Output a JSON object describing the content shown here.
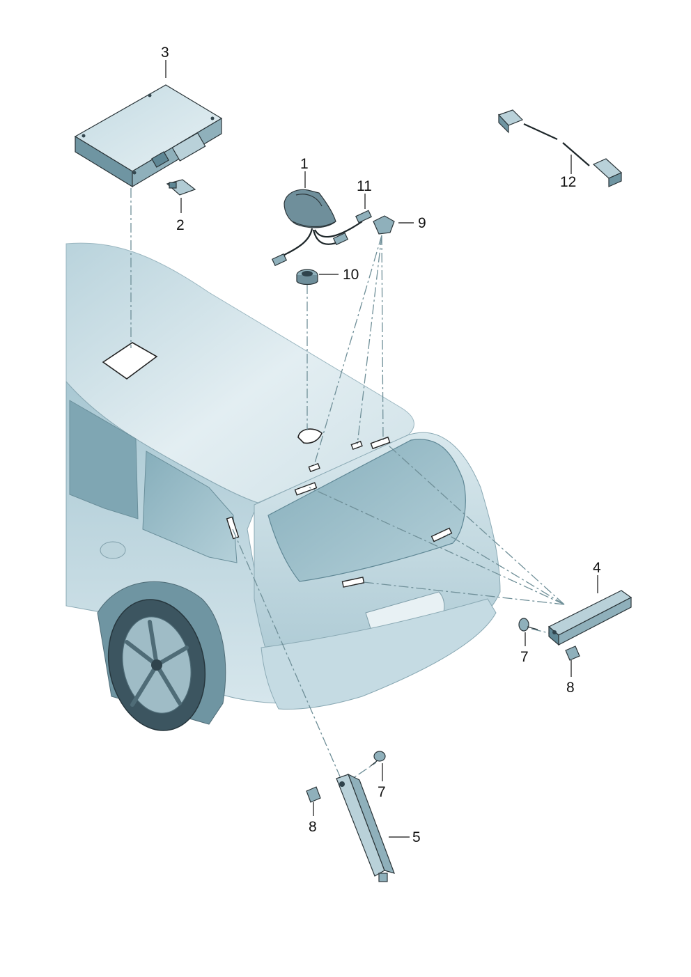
{
  "diagram": {
    "callouts": [
      {
        "id": "c1",
        "label": "1"
      },
      {
        "id": "c2",
        "label": "2"
      },
      {
        "id": "c3",
        "label": "3"
      },
      {
        "id": "c4",
        "label": "4"
      },
      {
        "id": "c5",
        "label": "5"
      },
      {
        "id": "c7a",
        "label": "7"
      },
      {
        "id": "c7b",
        "label": "7"
      },
      {
        "id": "c8a",
        "label": "8"
      },
      {
        "id": "c8b",
        "label": "8"
      },
      {
        "id": "c9",
        "label": "9"
      },
      {
        "id": "c10",
        "label": "10"
      },
      {
        "id": "c11",
        "label": "11"
      },
      {
        "id": "c12",
        "label": "12"
      }
    ],
    "colors": {
      "body": "#9fc3cf",
      "body_light": "#d5e6ec",
      "body_dark": "#5f8795",
      "part": "#8fb0bb",
      "part_dark": "#4f6c77",
      "line": "#111111"
    }
  }
}
